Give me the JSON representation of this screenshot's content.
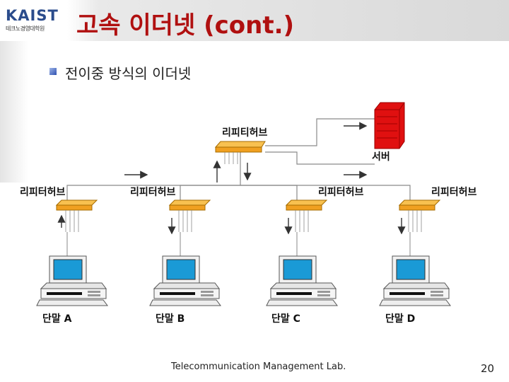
{
  "header": {
    "logo_text": "KAIST",
    "logo_subtext": "테크노경영대학원",
    "title": "고속 이더넷 (cont.)"
  },
  "bullet": {
    "text": "전이중 방식의 이더넷"
  },
  "diagram": {
    "top_hub_label": "리피티허브",
    "server_label": "서버",
    "hubs": [
      {
        "label": "리피터허브",
        "terminal": "단말 A"
      },
      {
        "label": "리피터허브",
        "terminal": "단말 B"
      },
      {
        "label": "리피터허브",
        "terminal": "단말 C"
      },
      {
        "label": "리피터허브",
        "terminal": "단말 D"
      }
    ]
  },
  "footer": {
    "text": "Telecommunication Management Lab.",
    "page": "20"
  },
  "colors": {
    "title": "#b01010",
    "hub": "#f5a623",
    "server": "#e01010",
    "screen": "#1a9ad6"
  }
}
